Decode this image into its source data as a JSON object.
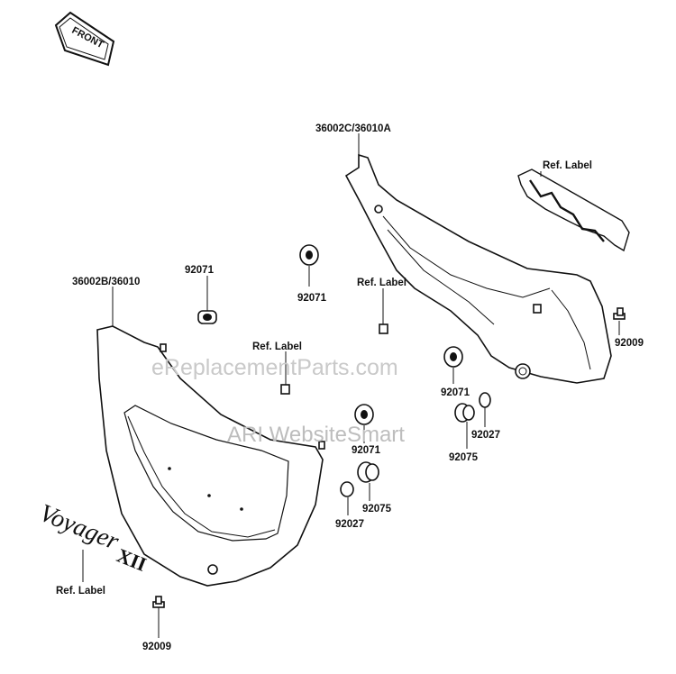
{
  "front_arrow": {
    "text": "FRONT"
  },
  "labels": {
    "cover_right": "36002C/36010A",
    "cover_left": "36002B/36010",
    "ref_label_top": "Ref. Label",
    "ref_label_mid_right": "Ref. Label",
    "ref_label_mid_left": "Ref. Label",
    "ref_label_bottom": "Ref. Label",
    "p92071_a": "92071",
    "p92071_b": "92071",
    "p92071_c": "92071",
    "p92071_d": "92071",
    "p92009_right": "92009",
    "p92009_bottom": "92009",
    "p92027_right": "92027",
    "p92027_left": "92027",
    "p92075_right": "92075",
    "p92075_left": "92075"
  },
  "emblem": {
    "script_text": "Voyager",
    "numeral_text": "XII"
  },
  "watermarks": {
    "site": "eReplacementParts.com",
    "ari": "ARI WebsiteSmart"
  }
}
